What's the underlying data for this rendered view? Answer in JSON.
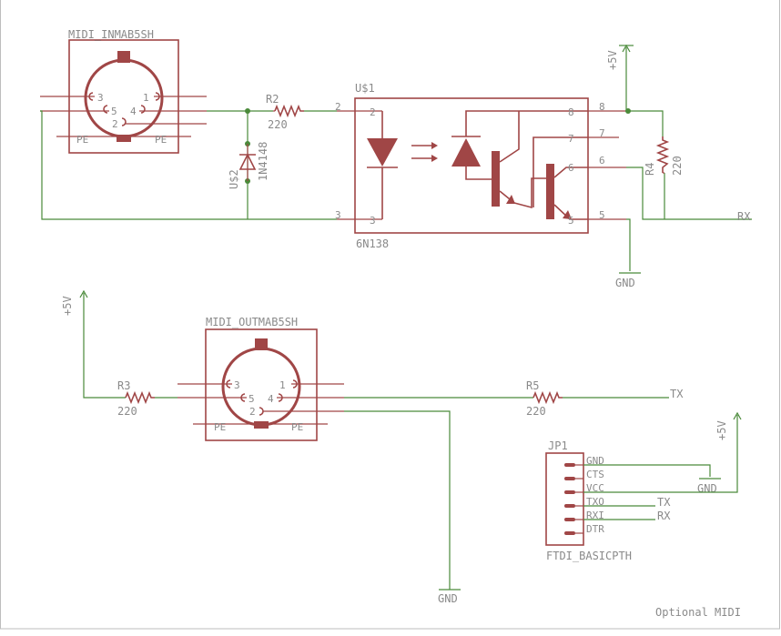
{
  "connectors": {
    "midi_in": {
      "label": "MIDI_INMAB5SH",
      "pins": [
        "3",
        "1",
        "5",
        "4",
        "2"
      ],
      "pe_left": "PE",
      "pe_right": "PE"
    },
    "midi_out": {
      "label": "MIDI_OUTMAB5SH",
      "pins": [
        "3",
        "1",
        "5",
        "4",
        "2"
      ],
      "pe_left": "PE",
      "pe_right": "PE"
    }
  },
  "optocoupler": {
    "name": "U$1",
    "value": "6N138",
    "pins": [
      "2",
      "3",
      "8",
      "7",
      "6",
      "5"
    ],
    "net_pins": [
      "2",
      "3",
      "8",
      "7",
      "6",
      "5"
    ]
  },
  "diode": {
    "name": "U$2",
    "value": "1N4148"
  },
  "resistors": [
    {
      "name": "R2",
      "value": "220"
    },
    {
      "name": "R3",
      "value": "220"
    },
    {
      "name": "R4",
      "value": "220"
    },
    {
      "name": "R5",
      "value": "220"
    }
  ],
  "supplies": {
    "vcc": "+5V",
    "gnd": "GND"
  },
  "nets": {
    "rx": "RX",
    "tx": "TX"
  },
  "header": {
    "name": "JP1",
    "value": "FTDI_BASICPTH",
    "pins": [
      "GND",
      "CTS",
      "VCC",
      "TXO",
      "RXI",
      "DTR"
    ]
  },
  "sheet_note": "Optional MIDI"
}
